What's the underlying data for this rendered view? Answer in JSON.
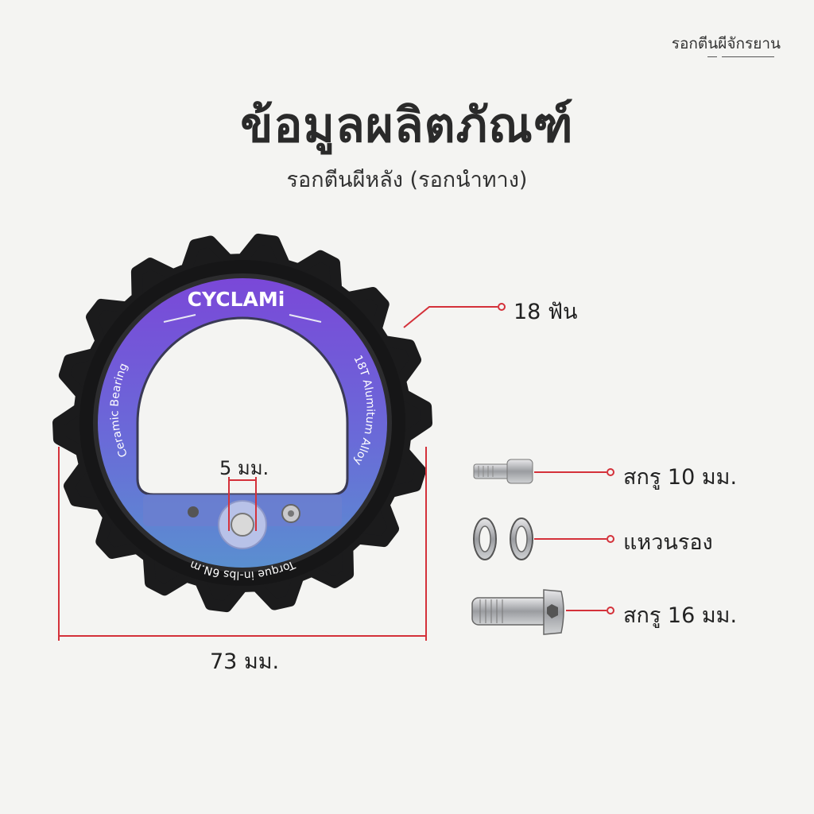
{
  "header": {
    "corner_tag": "รอกตีนผีจักรยาน",
    "title": "ข้อมูลผลิตภัณฑ์",
    "subtitle": "รอกตีนผีหลัง (รอกนำทาง)"
  },
  "pulley": {
    "brand": "CYCLAMi",
    "left_arc_text": "Ceramic Bearing",
    "right_arc_text": "18T Alumitum Alloy",
    "bottom_arc_text": "Torque in-lbs 6N.m",
    "teeth": 18,
    "accent_color": "#d4313a"
  },
  "labels": {
    "teeth": "18 ฟัน",
    "bore": "5 มม.",
    "diameter": "73 มม.",
    "screw_short": "สกรู 10 มม.",
    "washer": "แหวนรอง",
    "screw_long": "สกรู 16 มม."
  }
}
